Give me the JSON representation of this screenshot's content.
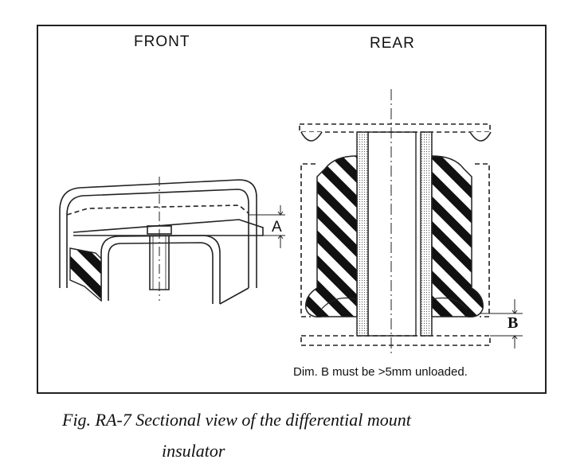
{
  "diagram": {
    "front_label": "FRONT",
    "rear_label": "REAR",
    "dimension_a": "A",
    "dimension_b": "B",
    "note": "Dim. B must be >5mm unloaded."
  },
  "caption": {
    "line1": "Fig. RA-7  Sectional view of the differential mount",
    "line2": "insulator"
  }
}
